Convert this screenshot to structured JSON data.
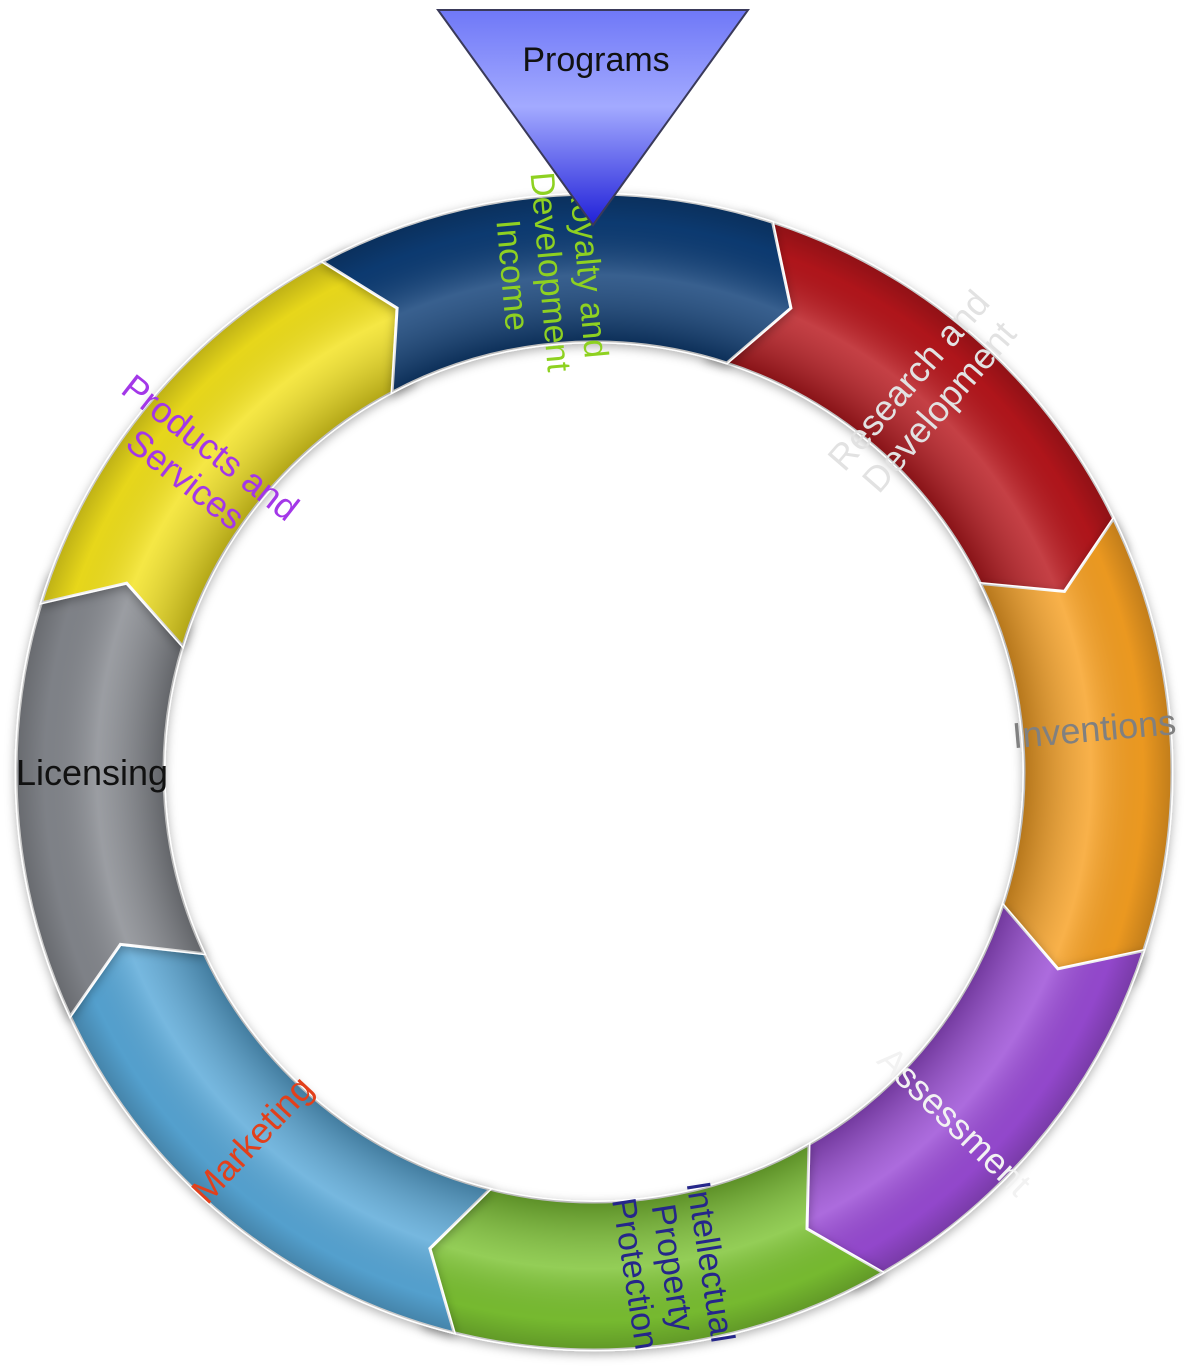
{
  "diagram": {
    "type": "cycle",
    "entry": {
      "label": "Programs",
      "fill": "#8a92ff",
      "text_color": "#111111"
    },
    "segments": [
      {
        "id": "rd",
        "lines": [
          "Research and",
          "Development"
        ],
        "fill": "#b8141c",
        "text_color": "#e2e2e2"
      },
      {
        "id": "inv",
        "lines": [
          "Inventions"
        ],
        "fill": "#f7a020",
        "text_color": "#808080"
      },
      {
        "id": "asm",
        "lines": [
          "Assessment"
        ],
        "fill": "#9a4bd6",
        "text_color": "#f2f2f2"
      },
      {
        "id": "ipp",
        "lines": [
          "Intellectual",
          "Property",
          "Protection"
        ],
        "fill": "#7cc332",
        "text_color": "#25268a"
      },
      {
        "id": "mkt",
        "lines": [
          "Marketing"
        ],
        "fill": "#59a8d8",
        "text_color": "#e2401b"
      },
      {
        "id": "lic",
        "lines": [
          "Licensing"
        ],
        "fill": "#85888e",
        "text_color": "#111111"
      },
      {
        "id": "pns",
        "lines": [
          "Products and",
          "Services"
        ],
        "fill": "#f3e21b",
        "text_color": "#a337e8"
      },
      {
        "id": "rdi",
        "lines": [
          "Royalty and",
          "Development",
          "Income"
        ],
        "fill": "#0f3e76",
        "text_color": "#8ed121"
      }
    ]
  }
}
